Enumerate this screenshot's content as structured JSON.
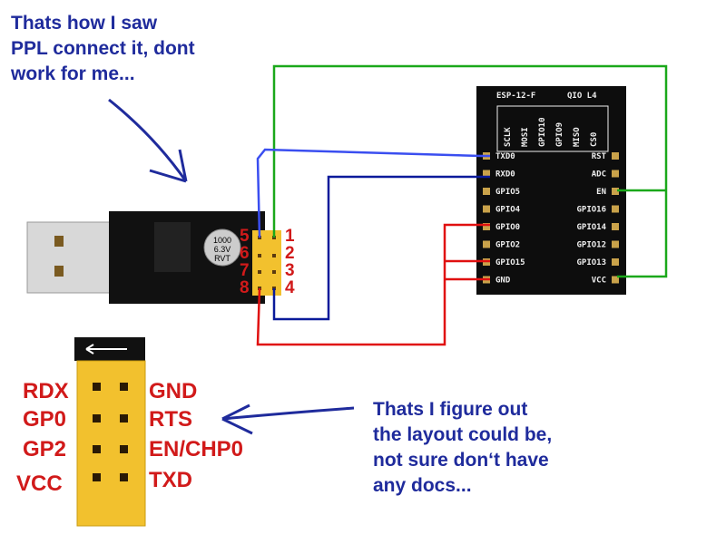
{
  "notes": {
    "top": "Thats how I saw\nPPL connect it, dont\nwork for me...",
    "bottom": "Thats I figure out\nthe layout could be,\nnot sure don‘t have\nany docs..."
  },
  "adapter": {
    "capacitor": [
      "1000",
      "6.3V",
      "RVT"
    ],
    "pins_left": [
      "5",
      "6",
      "7",
      "8"
    ],
    "pins_right": [
      "1",
      "2",
      "3",
      "4"
    ]
  },
  "esp": {
    "title": "ESP-12-F",
    "version": "QIO L4",
    "top_pins": [
      "SCLK",
      "MOSI",
      "GPIO10",
      "GPIO9",
      "MISO",
      "CS0"
    ],
    "left_pins": [
      "TXD0",
      "RXD0",
      "GPIO5",
      "GPIO4",
      "GPIO0",
      "GPIO2",
      "GPIO15",
      "GND"
    ],
    "right_pins": [
      "RST",
      "ADC",
      "EN",
      "GPIO16",
      "GPIO14",
      "GPIO12",
      "GPIO13",
      "VCC"
    ]
  },
  "connector": {
    "left": [
      "RDX",
      "GP0",
      "GP2",
      "VCC"
    ],
    "right": [
      "GND",
      "RTS",
      "EN/CHP0",
      "TXD"
    ]
  },
  "colors": {
    "note": "#1f2b9c",
    "label": "#d11a1a",
    "green": "#1aa81a",
    "blue": "#3a4ef0",
    "darkblue": "#0a1a9a",
    "red": "#e01010"
  }
}
